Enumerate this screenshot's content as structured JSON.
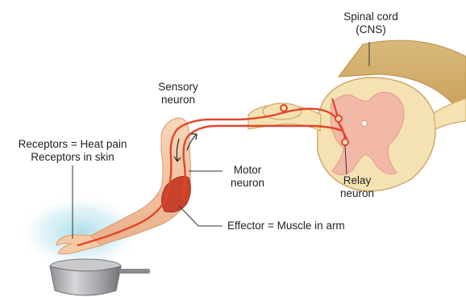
{
  "labels": {
    "spinal_cord": [
      "Spinal cord",
      "(CNS)"
    ],
    "sensory_neuron": [
      "Sensory",
      "neuron"
    ],
    "receptors": [
      "Receptors = Heat pain",
      "Receptors in skin"
    ],
    "motor_neuron": [
      "Motor",
      "neuron"
    ],
    "relay_neuron": [
      "Relay",
      "neuron"
    ],
    "effector": "Effector = Muscle in arm"
  },
  "colors": {
    "neuron": "#e2452a",
    "skin": "#f5c9a3",
    "skin_shade": "#e8a982",
    "muscle": "#c8432c",
    "spinal_cord": "#f4e2b3",
    "spinal_outline": "#cfa969",
    "grey_matter": "#f2b8a8",
    "pot": "#a7a9ab",
    "leader": "#333333"
  }
}
